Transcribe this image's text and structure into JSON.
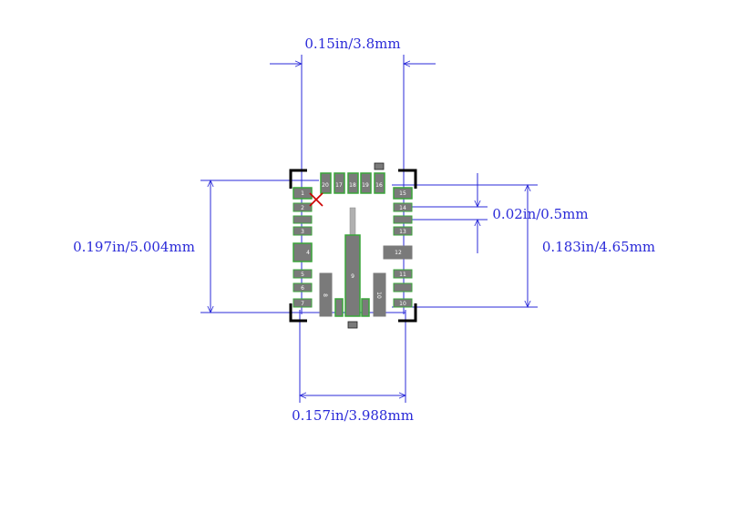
{
  "dimensions": {
    "top_width": "0.15in/3.8mm",
    "bottom_width": "0.157in/3.988mm",
    "left_height": "0.197in/5.004mm",
    "right_height": "0.183in/4.65mm",
    "pitch": "0.02in/0.5mm"
  },
  "pads": {
    "top": [
      "20",
      "17",
      "18",
      "19",
      "16"
    ],
    "left": [
      "1",
      "2",
      "3",
      "4",
      "5",
      "6",
      "7"
    ],
    "right": [
      "15",
      "14",
      "13",
      "12",
      "11",
      "10"
    ],
    "center": "9",
    "bottom_left": "8",
    "bottom_right": "10"
  },
  "colors": {
    "dimension_line": "#2a2ad8",
    "pad_fill": "#7a7a7a",
    "pad_highlight": "#3aa53a",
    "pin1_marker": "#cc0000",
    "outline": "#000000"
  }
}
